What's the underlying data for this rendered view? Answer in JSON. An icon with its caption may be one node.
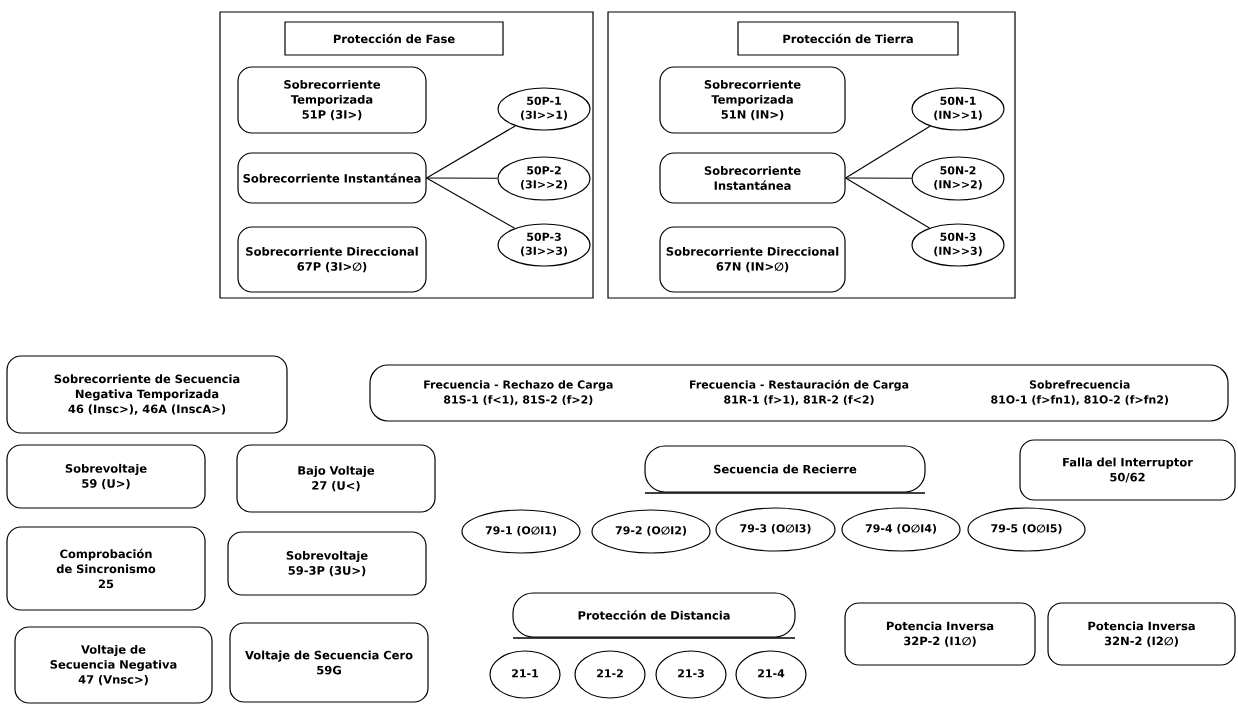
{
  "diagram": {
    "nodes": [
      {
        "text": [],
        "shape": "box"
      },
      {
        "text": [
          "Protección de Fase"
        ],
        "in": 0
      },
      {
        "text": [
          "Sobrecorriente Temporizada",
          "51P (3I>)"
        ],
        "in": 0
      },
      {
        "text": [
          "Sobrecorriente Instantánea"
        ],
        "in": 0
      },
      {
        "text": [
          "Sobrecorriente Direccional",
          "67P (3I>∅)"
        ],
        "in": 0
      },
      {
        "text": [
          "50P-1",
          "(3I>>1)"
        ],
        "in": 0
      },
      {
        "text": [
          "50P-2",
          "(3I>>2)"
        ],
        "in": 0
      },
      {
        "text": [
          "50P-3",
          "(3I>>3)"
        ],
        "in": 0
      },
      {
        "text": [],
        "shape": "box"
      },
      {
        "text": [
          "Protección de Tierra"
        ],
        "in": 8
      },
      {
        "text": [
          "Sobrecorriente Temporizada",
          "51N (IN>)"
        ],
        "in": 8
      },
      {
        "text": [
          "Sobrecorriente Instantánea"
        ],
        "in": 8
      },
      {
        "text": [
          "Sobrecorriente Direccional",
          "67N (IN>∅)"
        ],
        "in": 8
      },
      {
        "text": [
          "50N-1",
          "(IN>>1)"
        ],
        "in": 8
      },
      {
        "text": [
          "50N-2",
          "(IN>>2)"
        ],
        "in": 8
      },
      {
        "text": [
          "50N-3",
          "(IN>>3)"
        ],
        "in": 8
      },
      {
        "text": [
          "Sobrecorriente de Secuencia Negativa Temporizada",
          "46 (Insc>), 46A (InscA>)"
        ]
      },
      {
        "text": [
          "Frecuencia - Rechazo de Carga",
          "81S-1 (f<1), 81S-2 (f>2)",
          "Frecuencia - Restauración de Carga",
          "81R-1 (f>1), 81R-2 (f<2)",
          "Sobrefrecuencia",
          "81O-1 (f>fn1), 81O-2 (f>fn2)"
        ]
      },
      {
        "text": [
          "Sobrevoltaje",
          "59 (U>)"
        ]
      },
      {
        "text": [
          "Bajo Voltaje",
          "27 (U<)"
        ]
      },
      {
        "text": [
          "Secuencia de Recierre"
        ]
      },
      {
        "text": [
          "Falla del Interruptor",
          "50/62"
        ]
      },
      {
        "text": [
          "79-1 (O∅I1)"
        ]
      },
      {
        "text": [
          "79-2 (O∅I2)"
        ]
      },
      {
        "text": [
          "79-3 (O∅I3)"
        ]
      },
      {
        "text": [
          "79-4 (O∅I4)"
        ]
      },
      {
        "text": [
          "79-5 (O∅I5)"
        ]
      },
      {
        "text": [
          "Comprobación de Sincronismo",
          "25"
        ]
      },
      {
        "text": [
          "Sobrevoltaje",
          "59-3P (3U>)"
        ]
      },
      {
        "text": [
          "Protección de Distancia"
        ]
      },
      {
        "text": [
          "Potencia Inversa",
          "32P-2 (I1∅)"
        ]
      },
      {
        "text": [
          "Potencia Inversa",
          "32N-2 (I2∅)"
        ]
      },
      {
        "text": [
          "21-1"
        ]
      },
      {
        "text": [
          "21-2"
        ]
      },
      {
        "text": [
          "21-3"
        ]
      },
      {
        "text": [
          "21-4"
        ]
      },
      {
        "text": [
          "Voltaje de Secuencia Negativa",
          "47 (Vnsc>)"
        ]
      },
      {
        "text": [
          "Voltaje de Secuencia Cero",
          "59G"
        ]
      }
    ],
    "edges": [
      {
        "from": 3,
        "to": 5,
        "arrow": "none"
      },
      {
        "from": 3,
        "to": 6,
        "arrow": "none"
      },
      {
        "from": 3,
        "to": 7,
        "arrow": "none"
      },
      {
        "from": 11,
        "to": 13,
        "arrow": "none"
      },
      {
        "from": 11,
        "to": 14,
        "arrow": "none"
      },
      {
        "from": 11,
        "to": 15,
        "arrow": "none"
      }
    ]
  }
}
